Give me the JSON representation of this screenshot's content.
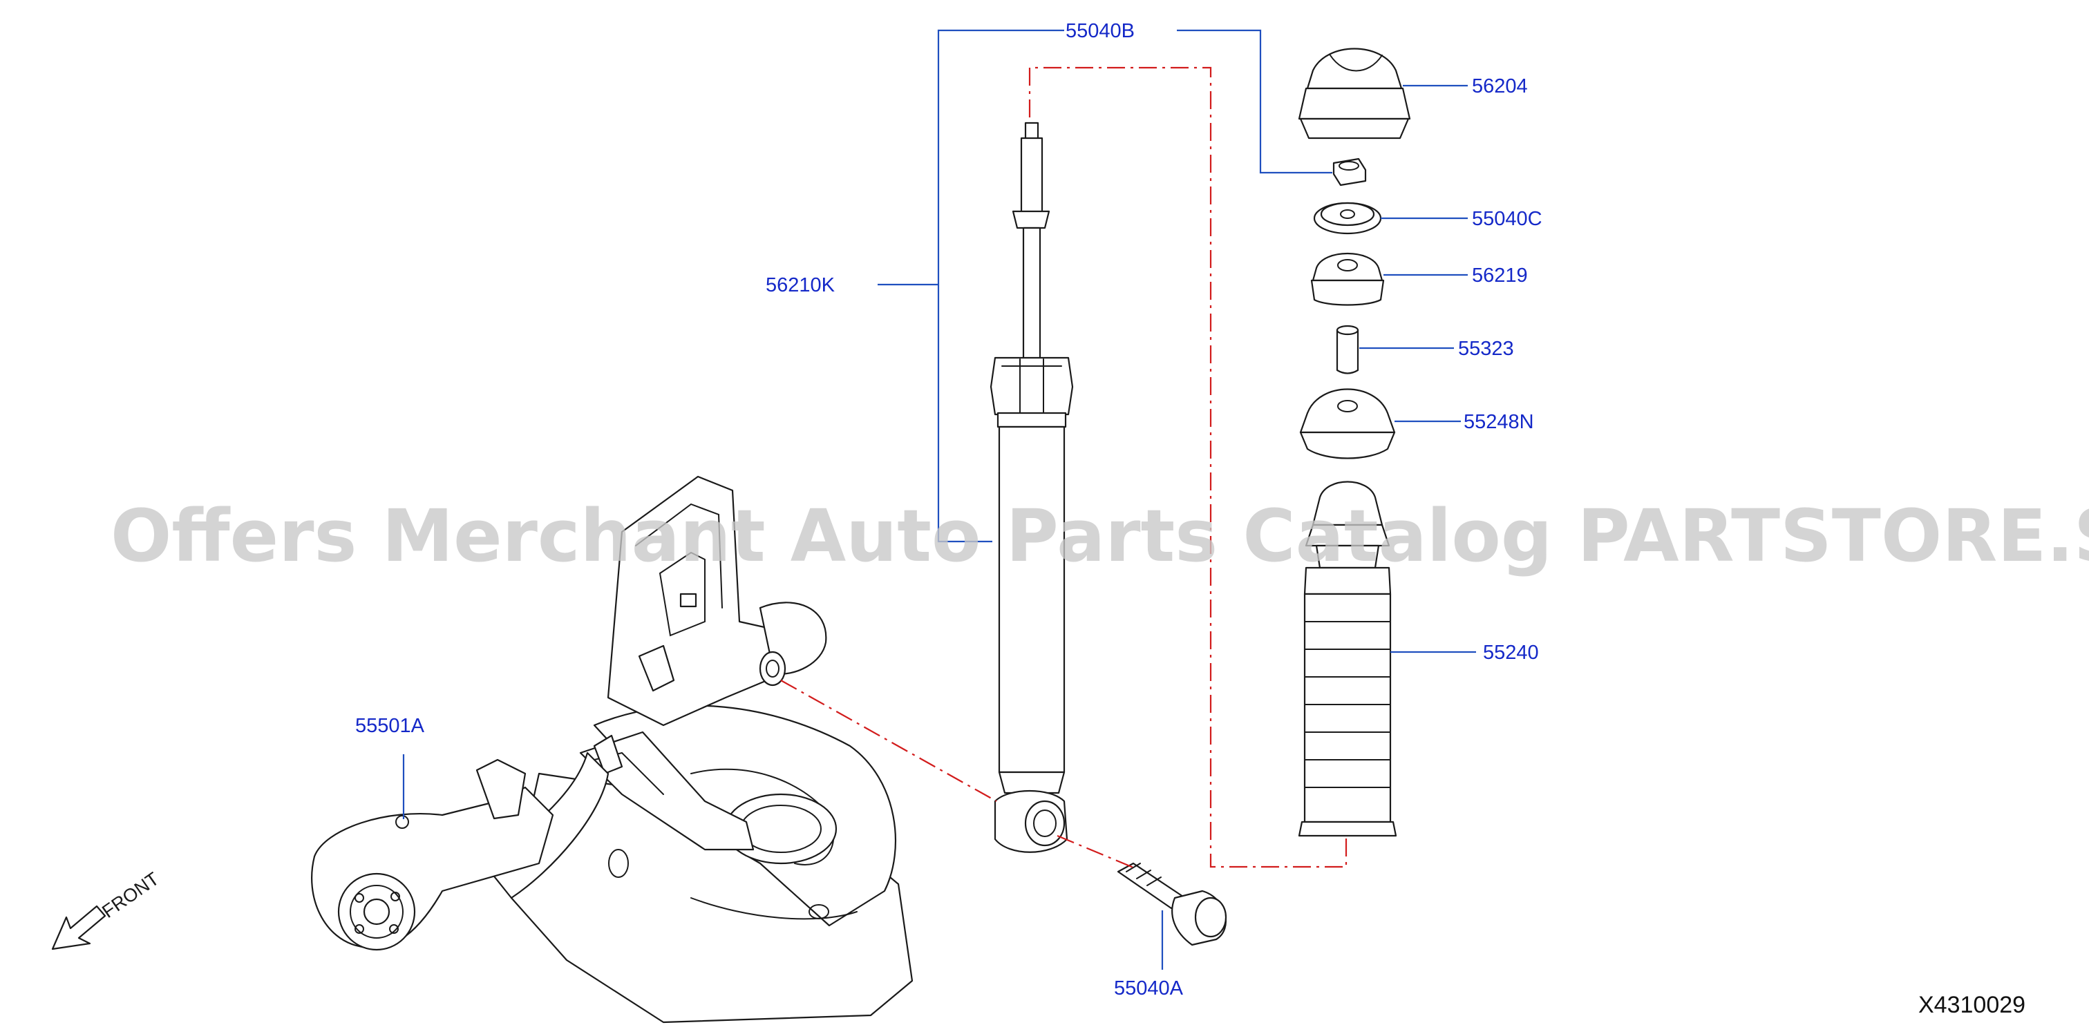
{
  "diagram": {
    "code": "X4310029",
    "front_label": "FRONT",
    "watermark": "Offers Merchant Auto Parts Catalog PARTSTORE.SA",
    "labels": {
      "p55040B": "55040B",
      "p56204": "56204",
      "p55040C": "55040C",
      "p56219": "56219",
      "p56210K": "56210K",
      "p55323": "55323",
      "p55248N": "55248N",
      "p55240": "55240",
      "p55501A": "55501A",
      "p55040A": "55040A"
    }
  }
}
